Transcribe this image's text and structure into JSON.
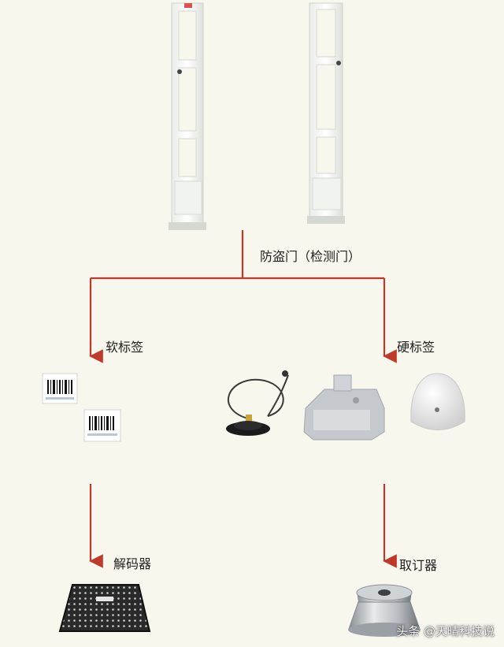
{
  "diagram": {
    "root": {
      "label": "防盗门（检测门）"
    },
    "branches": [
      {
        "label": "软标签",
        "tool_label": "解码器"
      },
      {
        "label": "硬标签",
        "tool_label": "取订器"
      }
    ]
  },
  "colors": {
    "connector": "#c0392b",
    "background": "#f7f7ee"
  },
  "watermark": {
    "text": "头条 @天晴科技说"
  }
}
